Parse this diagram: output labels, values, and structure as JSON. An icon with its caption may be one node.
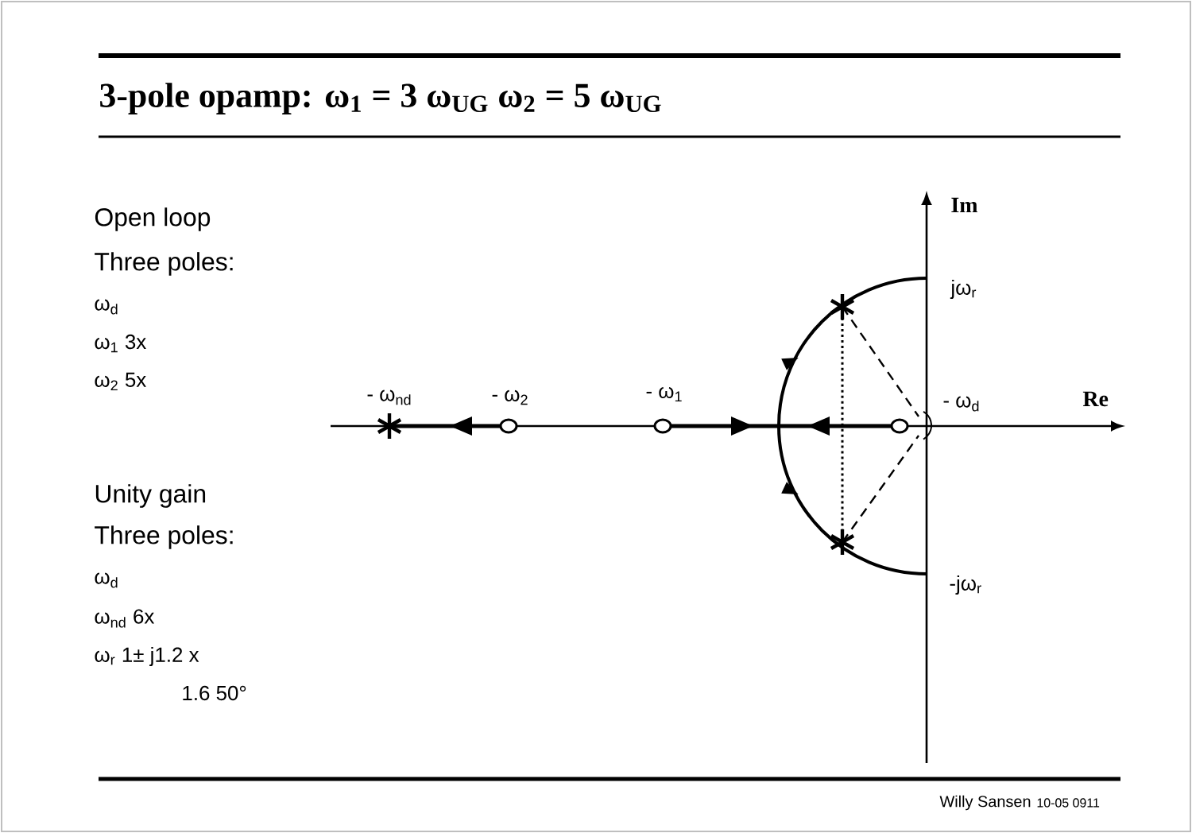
{
  "diagram": {
    "title": "3-pole opamp: ω$_{1}$ = 3 ω$_{UG}$   ω$_{2}$ = 5 ω$_{UG}$",
    "labels": [
      "Open loop",
      "Three poles:",
      "ω$_{d}$",
      "ω$_{1}$ 3x",
      "ω$_{2}$ 5x",
      "Unity gain",
      "Three poles:",
      "ω$_{d}$",
      "ω$_{nd}$ 6x",
      "ω$_{r}$ 1± j1.2 x",
      "1.6  50°",
      "Im",
      "jω$_{r}$",
      "- ω$_{nd}$",
      "- ω$_{2}$",
      "- ω$_{1}$",
      "- ω$_{d}$",
      "Re",
      "-jω$_{r}$",
      "Willy Sansen",
      "10-05 0911"
    ]
  }
}
